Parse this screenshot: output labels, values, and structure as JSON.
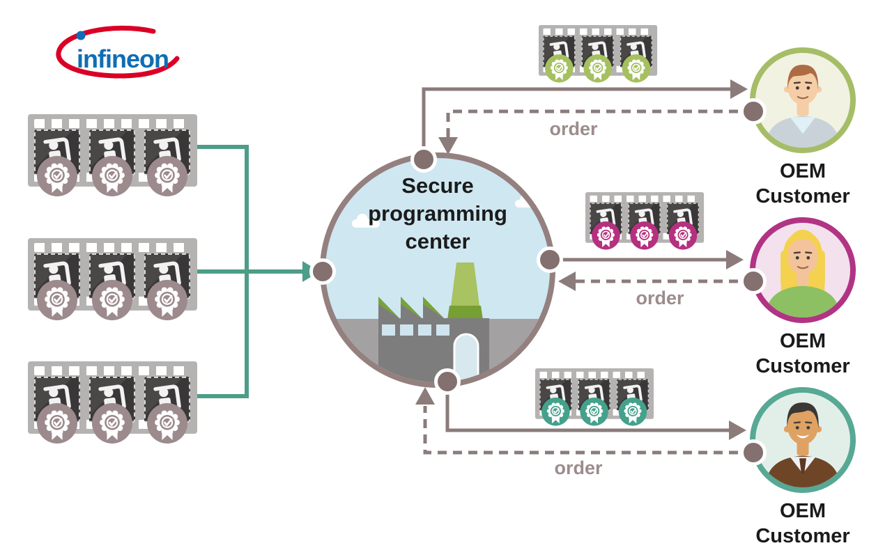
{
  "logo": {
    "brand": "infineon",
    "text_color": "#0f6db5",
    "swoosh_color": "#da0025"
  },
  "center": {
    "title": "Secure\nprogramming\ncenter"
  },
  "flows": [
    {
      "order_label": "order"
    },
    {
      "order_label": "order"
    },
    {
      "order_label": "order"
    }
  ],
  "customers": [
    {
      "label": "OEM\nCustomer",
      "ring_color": "#a6bd68",
      "bg_color": "#f1f2e2",
      "avatar": "man-light-brown-hair"
    },
    {
      "label": "OEM\nCustomer",
      "ring_color": "#b13383",
      "bg_color": "#f3e1ed",
      "avatar": "woman-blonde"
    },
    {
      "label": "OEM\nCustomer",
      "ring_color": "#57a894",
      "bg_color": "#e2efe9",
      "avatar": "man-dark-hair"
    }
  ],
  "badge_colors": {
    "inbound": "#9c8a8d",
    "oem1": "#a5c05f",
    "oem2": "#b5307f",
    "oem3": "#44a18c"
  },
  "colors": {
    "wire_teal": "#4d9d88",
    "wire_gray": "#8b7b7b",
    "node_dot": "#83706f",
    "order_text": "#9c8c8c",
    "circle_border": "#93807f",
    "sky": "#cfe7f1"
  }
}
